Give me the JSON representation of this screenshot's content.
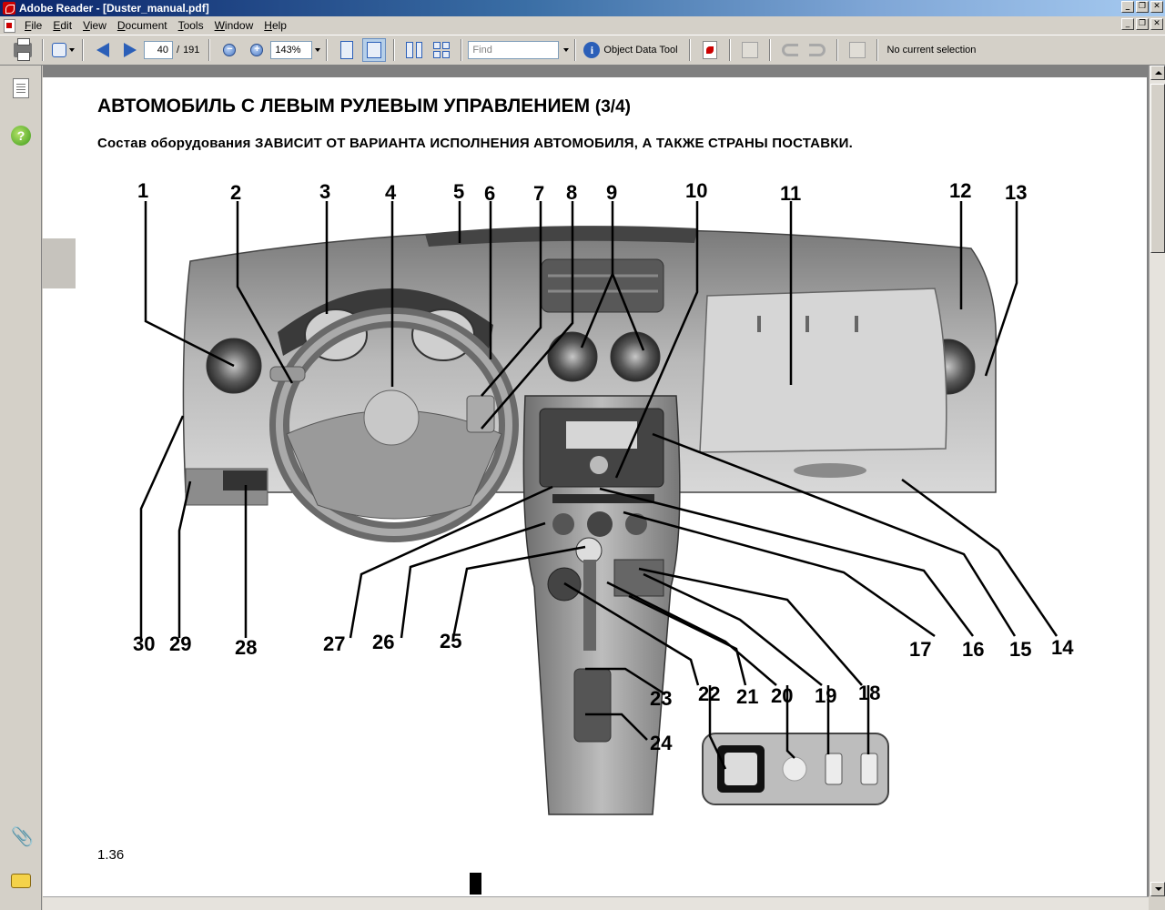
{
  "window": {
    "title": "Adobe Reader - [Duster_manual.pdf]",
    "controls": [
      "_",
      "❐",
      "✕"
    ]
  },
  "menu": {
    "items": [
      {
        "underline": "F",
        "rest": "ile"
      },
      {
        "underline": "E",
        "rest": "dit"
      },
      {
        "underline": "V",
        "rest": "iew"
      },
      {
        "underline": "D",
        "rest": "ocument"
      },
      {
        "underline": "T",
        "rest": "ools"
      },
      {
        "underline": "W",
        "rest": "indow"
      },
      {
        "underline": "H",
        "rest": "elp"
      }
    ],
    "doc_controls": [
      "_",
      "❐",
      "✕"
    ]
  },
  "toolbar": {
    "page_current": "40",
    "page_separator": "/",
    "page_total": "191",
    "zoom_level": "143%",
    "find_placeholder": "Find",
    "object_data_tool": "Object Data Tool",
    "selection_status": "No current selection"
  },
  "page": {
    "title_main": "АВТОМОБИЛЬ С ЛЕВЫМ РУЛЕВЫМ УПРАВЛЕНИЕМ",
    "title_part": "(3/4)",
    "subtitle": "Состав оборудования ЗАВИСИТ ОТ ВАРИАНТА ИСПОЛНЕНИЯ АВТОМОБИЛЯ, А ТАКЖЕ СТРАНЫ ПОСТАВКИ.",
    "page_number": "1.36",
    "callouts": {
      "c1": "1",
      "c2": "2",
      "c3": "3",
      "c4": "4",
      "c5": "5",
      "c6": "6",
      "c7": "7",
      "c8": "8",
      "c9": "9",
      "c10": "10",
      "c11": "11",
      "c12": "12",
      "c13": "13",
      "c14": "14",
      "c15": "15",
      "c16": "16",
      "c17": "17",
      "c18": "18",
      "c19": "19",
      "c20": "20",
      "c21": "21",
      "c22": "22",
      "c23": "23",
      "c24": "24",
      "c25": "25",
      "c26": "26",
      "c27": "27",
      "c28": "28",
      "c29": "29",
      "c30": "30"
    }
  },
  "colors": {
    "titlebar_start": "#0a246a",
    "titlebar_end": "#a6caf0",
    "chrome": "#d4d0c8",
    "nav_blue": "#2b5fb8",
    "doc_background": "#808080"
  },
  "icons": {
    "nav_pages": "pages-icon",
    "nav_help": "help-icon",
    "nav_attachments": "paperclip-icon",
    "nav_comments": "comments-icon"
  }
}
